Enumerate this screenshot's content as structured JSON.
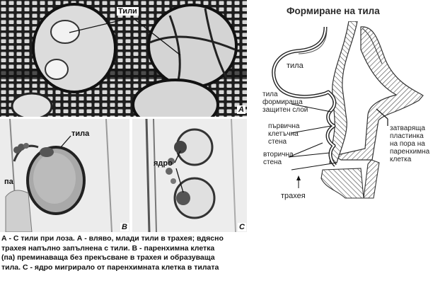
{
  "photos": {
    "panel_a": {
      "letter": "A",
      "label_tyloses": "Тили"
    },
    "panel_b": {
      "letter": "B",
      "label_tylosis": "тила",
      "label_pa": "па"
    },
    "panel_c": {
      "letter": "C",
      "label_nucleus": "ядро"
    }
  },
  "caption": {
    "lines": [
      "А - С тили при лоза. А - вляво, млади тили в трахея; вдясно",
      "трахея напълно запълнена с тили. В - паренхимна клетка",
      "(па) преминаваща без прекъсване в трахея и образуваща",
      "тила. С - ядро мигрирало от паренхимната клетка в тилата"
    ]
  },
  "diagram": {
    "title": "Формиране на тила",
    "labels": {
      "tylosis": "тила",
      "protective_layer": [
        "тила",
        "формираща",
        "защитен слой"
      ],
      "primary_wall": [
        "първична",
        "клетъчна",
        "стена"
      ],
      "secondary_wall": [
        "вторична",
        "стена"
      ],
      "vessel": "трахея",
      "pit_membrane": [
        "затваряща",
        "пластинка",
        "на пора на",
        "паренхимна",
        "клетка"
      ]
    }
  }
}
